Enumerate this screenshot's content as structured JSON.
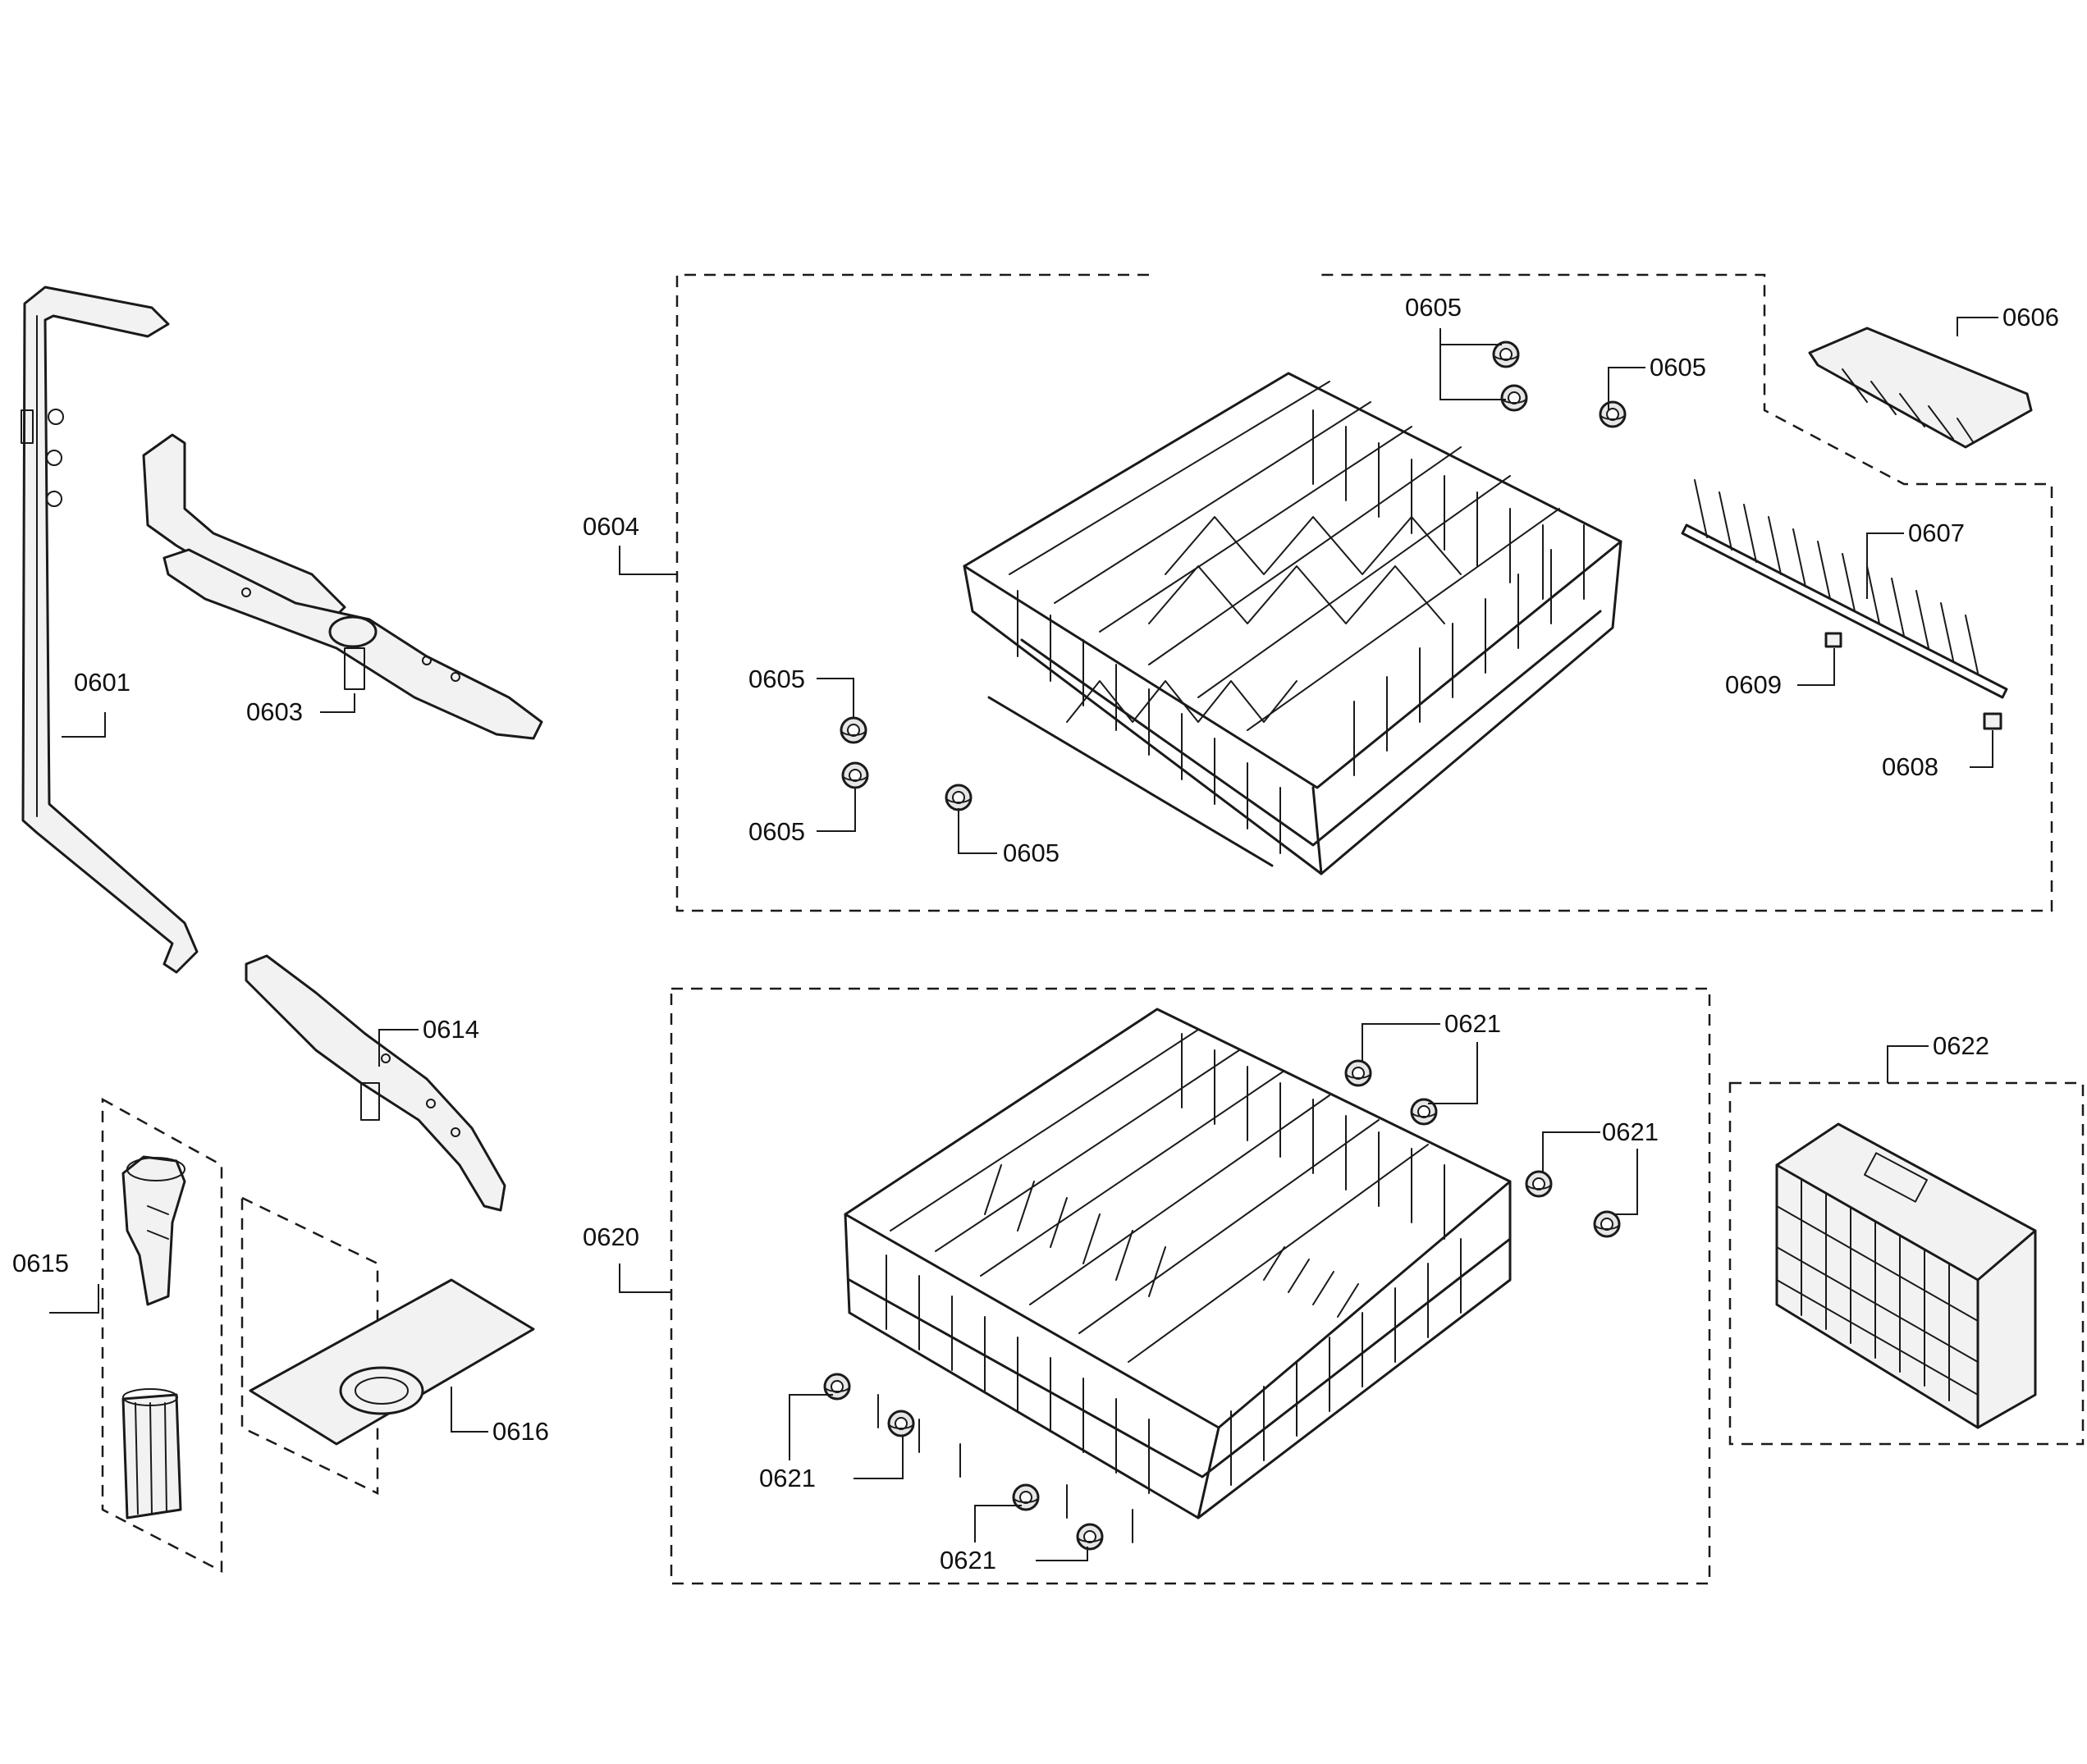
{
  "parts": {
    "p0601": "0601",
    "p0603": "0603",
    "p0604": "0604",
    "p0605": "0605",
    "p0606": "0606",
    "p0607": "0607",
    "p0608": "0608",
    "p0609": "0609",
    "p0614": "0614",
    "p0615": "0615",
    "p0616": "0616",
    "p0620": "0620",
    "p0621": "0621",
    "p0622": "0622"
  }
}
